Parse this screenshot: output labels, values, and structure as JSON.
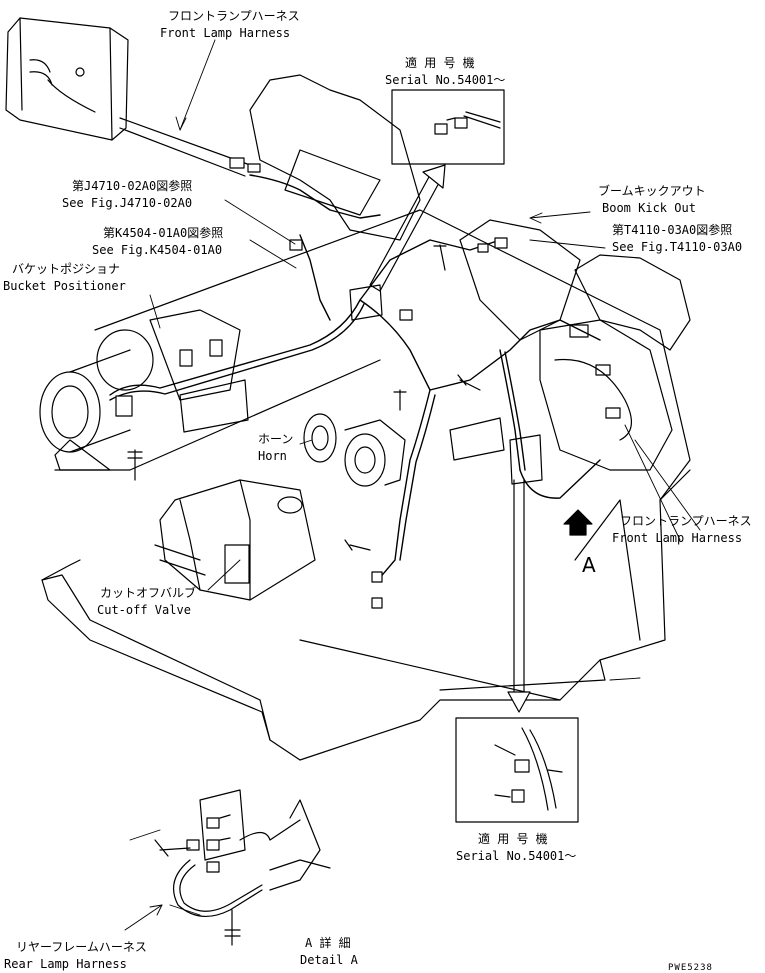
{
  "callouts": {
    "front_lamp_top": {
      "jp": "フロントランプハーネス",
      "en": "Front Lamp Harness"
    },
    "serial_top": {
      "jp": "適 用 号 機",
      "en": "Serial No.54001〜"
    },
    "see_j4710": {
      "jp": "第J4710-02A0図参照",
      "en": "See Fig.J4710-02A0"
    },
    "see_k4504": {
      "jp": "第K4504-01A0図参照",
      "en": "See Fig.K4504-01A0"
    },
    "bucket_positioner": {
      "jp": "バケットポジショナ",
      "en": "Bucket Positioner"
    },
    "boom_kick_out": {
      "jp": "ブームキックアウト",
      "en": "Boom Kick Out"
    },
    "see_t4110": {
      "jp": "第T4110-03A0図参照",
      "en": "See Fig.T4110-03A0"
    },
    "horn": {
      "jp": "ホーン",
      "en": "Horn"
    },
    "cut_off_valve": {
      "jp": "カットオフバルブ",
      "en": "Cut-off Valve"
    },
    "front_lamp_right": {
      "jp": "フロントランプハーネス",
      "en": "Front Lamp Harness"
    },
    "view_a": "A",
    "serial_bottom": {
      "jp": "適 用 号 機",
      "en": "Serial No.54001〜"
    },
    "rear_lamp": {
      "jp": "リヤーフレームハーネス",
      "en": "Rear Lamp Harness"
    },
    "detail_a": {
      "jp": "A 詳 細",
      "en": "Detail A"
    }
  },
  "drawing_code": "PWE5238"
}
